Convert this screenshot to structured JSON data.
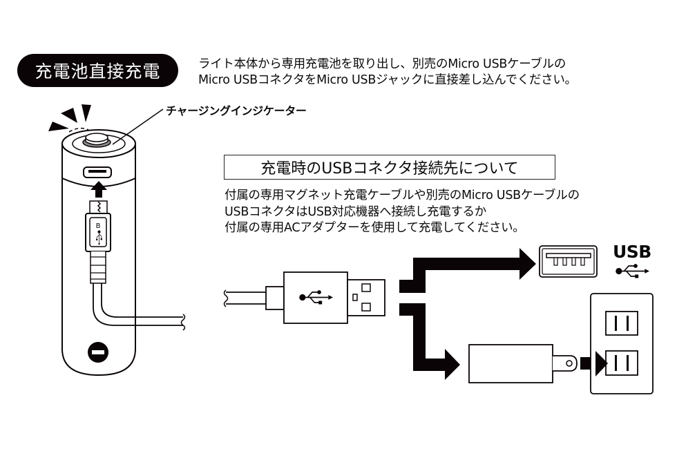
{
  "header": {
    "title_badge": "充電池直接充電",
    "instruction_lines": [
      "ライト本体から専用充電池を取り出し、別売のMicro USBケーブルの",
      "Micro USBコネクタをMicro USBジャックに直接差し込んでください。"
    ]
  },
  "battery": {
    "indicator_label": "チャージングインジケーター",
    "connector_letter": "B",
    "terminal_symbol": "negative"
  },
  "section": {
    "title": "充電時のUSBコネクタ接続先について",
    "lines": [
      "付属の専用マグネット充電ケーブルや別売のMicro USBケーブルの",
      "USBコネクタはUSB対応機器へ接続し充電するか",
      "付属の専用ACアダプターを使用して充電してください。"
    ]
  },
  "connection": {
    "usb_label": "USB",
    "targets": [
      "usb-port",
      "ac-adapter"
    ],
    "icons": [
      "usb-trident-icon",
      "usb-a-plug-icon",
      "usb-a-port-icon",
      "ac-adapter-icon",
      "wall-outlet-icon"
    ]
  },
  "colors": {
    "ink": "#0a0406",
    "background": "#ffffff",
    "indicator_ring": "#8a8a8a"
  }
}
